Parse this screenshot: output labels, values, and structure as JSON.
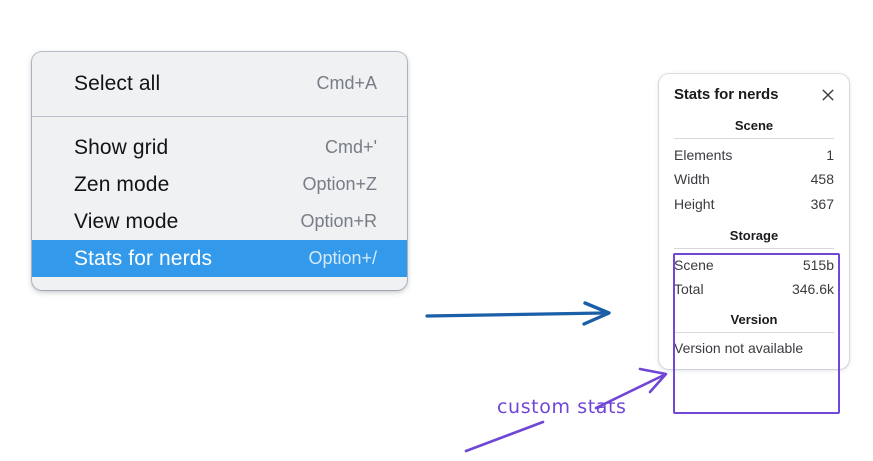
{
  "context_menu": {
    "name": "canvas-context-menu",
    "groups": [
      {
        "items": [
          {
            "label": "Select all",
            "shortcut": "Cmd+A",
            "selected": false,
            "name": "menu-item-select-all"
          }
        ]
      },
      {
        "items": [
          {
            "label": "Show grid",
            "shortcut": "Cmd+'",
            "selected": false,
            "name": "menu-item-show-grid"
          },
          {
            "label": "Zen mode",
            "shortcut": "Option+Z",
            "selected": false,
            "name": "menu-item-zen-mode"
          },
          {
            "label": "View mode",
            "shortcut": "Option+R",
            "selected": false,
            "name": "menu-item-view-mode"
          },
          {
            "label": "Stats for nerds",
            "shortcut": "Option+/",
            "selected": true,
            "name": "menu-item-stats-for-nerds"
          }
        ]
      }
    ],
    "selected_background": "#3399ea",
    "background": "#f0f1f3"
  },
  "stats_panel": {
    "title": "Stats for nerds",
    "close_icon": "close-icon",
    "sections": [
      {
        "title": "Scene",
        "name": "stats-section-scene",
        "rows": [
          {
            "key": "Elements",
            "value": "1"
          },
          {
            "key": "Width",
            "value": "458"
          },
          {
            "key": "Height",
            "value": "367"
          }
        ]
      },
      {
        "title": "Storage",
        "name": "stats-section-storage",
        "rows": [
          {
            "key": "Scene",
            "value": "515b"
          },
          {
            "key": "Total",
            "value": "346.6k"
          }
        ]
      },
      {
        "title": "Version",
        "name": "stats-section-version",
        "full_rows": [
          "Version not available"
        ],
        "rows": []
      }
    ]
  },
  "annotations": {
    "highlight_color": "#7048d8",
    "blue_arrow_color": "#1a5fa8",
    "purple_arrow_color": "#6f46d6",
    "label": "custom stats"
  }
}
